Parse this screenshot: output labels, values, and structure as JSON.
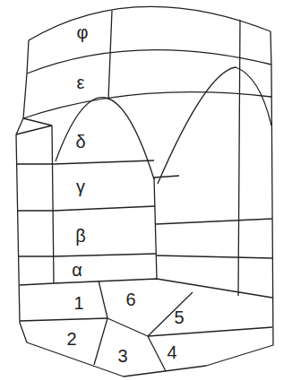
{
  "diagram": {
    "labels": [
      "φ",
      "ε",
      "δ",
      "γ",
      "β",
      "α",
      "1",
      "6",
      "2",
      "3",
      "5",
      "4"
    ]
  }
}
